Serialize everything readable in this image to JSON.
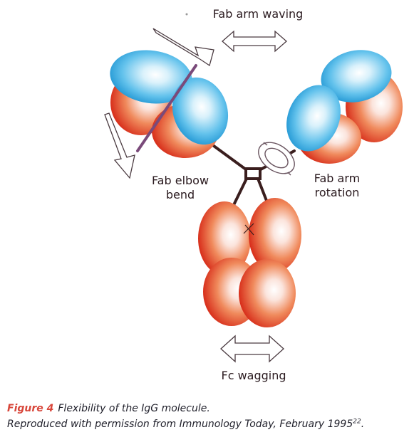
{
  "labels": {
    "fab_arm_waving": "Fab arm waving",
    "fab_elbow_bend_line1": "Fab elbow",
    "fab_elbow_bend_line2": "bend",
    "fab_arm_rotation_line1": "Fab arm",
    "fab_arm_rotation_line2": "rotation",
    "fc_wagging": "Fc wagging"
  },
  "caption": {
    "figure_label": "Figure 4",
    "title": "Flexibility of the IgG molecule.",
    "source": "Reproduced with permission from Immunology Today, February 1995",
    "source_ref": "22",
    "source_end": "."
  },
  "colors": {
    "heavy_chain_domain": "#e8502a",
    "light_chain_domain": "#1aa0dc",
    "hinge": "#3a1e1e",
    "elbow_line": "#7a4a7a",
    "figure_label": "#d8463a"
  }
}
